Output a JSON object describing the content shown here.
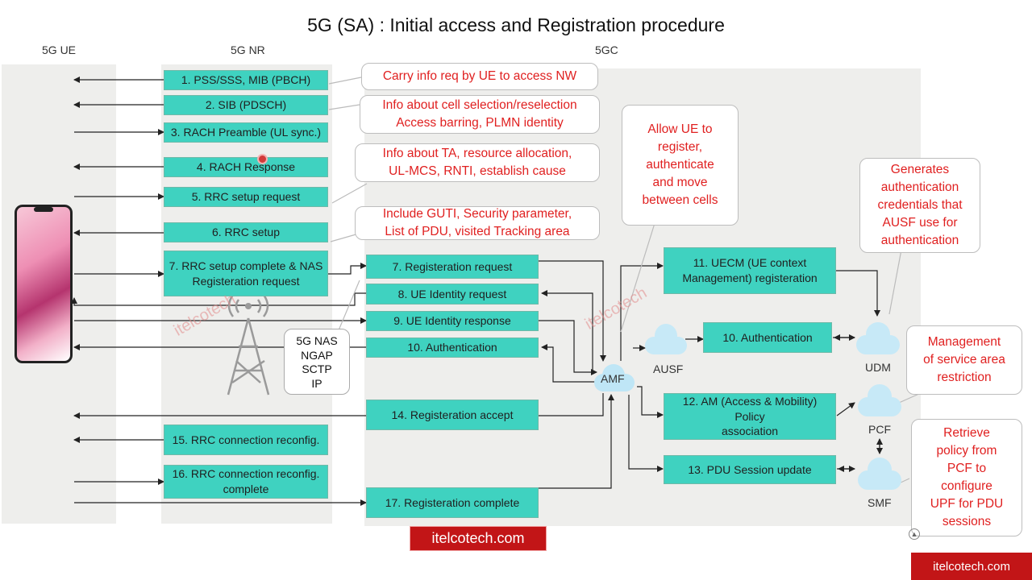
{
  "title": "5G (SA) : Initial access and Registration procedure",
  "columns": {
    "ue": "5G UE",
    "nr": "5G NR",
    "core": "5GC"
  },
  "nr_steps": [
    "1. PSS/SSS, MIB (PBCH)",
    "2. SIB (PDSCH)",
    "3. RACH Preamble (UL sync.)",
    "4. RACH Response",
    "5. RRC setup request",
    "6. RRC setup",
    "7. RRC setup complete & NAS\nRegisteration request",
    "15. RRC connection reconfig.",
    "16. RRC connection reconfig.\ncomplete"
  ],
  "core_steps": [
    "7. Registeration request",
    "8. UE Identity request",
    "9. UE Identity response",
    "10. Authentication",
    "14. Registeration accept",
    "17. Registeration complete"
  ],
  "nf_steps": [
    "11. UECM (UE context\nManagement) registeration",
    "10. Authentication",
    "12. AM (Access & Mobility) Policy\nassociation",
    "13. PDU Session update"
  ],
  "callouts": [
    "Carry info req by UE to access NW",
    "Info about cell selection/reselection\nAccess barring, PLMN identity",
    "Info about TA, resource allocation,\nUL-MCS, RNTI, establish cause",
    "Include GUTI, Security parameter,\nList of PDU, visited Tracking area",
    "Allow UE to\nregister,\nauthenticate\nand move\nbetween cells",
    "Generates\nauthentication\ncredentials that\nAUSF use for\nauthentication",
    "Management\nof service area\nrestriction",
    "Retrieve\npolicy from\nPCF to\nconfigure\nUPF for PDU\nsessions"
  ],
  "protocols": [
    "5G NAS",
    "NGAP",
    "SCTP",
    "IP"
  ],
  "network_functions": {
    "amf": "AMF",
    "ausf": "AUSF",
    "udm": "UDM",
    "pcf": "PCF",
    "smf": "SMF"
  },
  "watermarks": [
    "itelcotech",
    "itelcotech"
  ],
  "brand_center": "itelcotech.com",
  "brand_corner": "itelcotech.com",
  "colors": {
    "box": "#3fd2c0",
    "callout_text": "#e02020",
    "brand": "#c21517",
    "lane": "#eeeeec"
  }
}
